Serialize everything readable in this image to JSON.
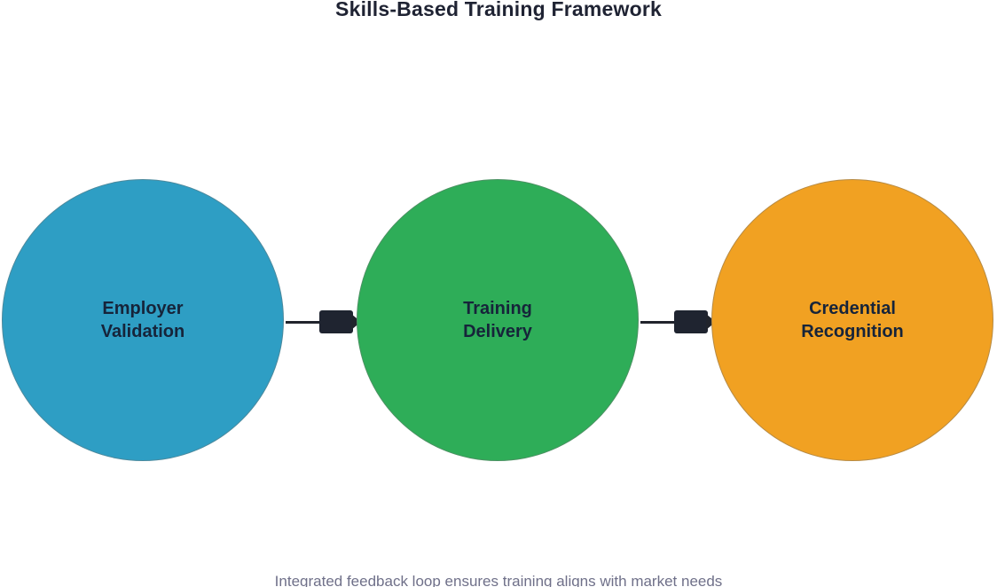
{
  "title": "Skills-Based Training Framework",
  "caption": "Integrated feedback loop ensures training aligns with market needs",
  "colors": {
    "background": "#FFFFFF",
    "title_text": "#1F2333",
    "caption_text": "#6F7089",
    "node_label_text": "#16243A",
    "connector": "#21242C",
    "connector_label_bg": "#1F2430"
  },
  "diagram": {
    "type": "flow",
    "direction": "left-to-right",
    "nodes": [
      {
        "id": "employer-validation",
        "label": "Employer Validation",
        "label_line1": "Employer",
        "label_line2": "Validation",
        "shape": "circle",
        "color": "#2E9EC4"
      },
      {
        "id": "training-delivery",
        "label": "Training Delivery",
        "label_line1": "Training",
        "label_line2": "Delivery",
        "shape": "circle",
        "color": "#2EAD58"
      },
      {
        "id": "credential-recognition",
        "label": "Credential Recognition",
        "label_line1": "Credential",
        "label_line2": "Recognition",
        "shape": "circle",
        "color": "#F1A122"
      }
    ],
    "edges": [
      {
        "from": "employer-validation",
        "to": "training-delivery",
        "arrow": "right"
      },
      {
        "from": "training-delivery",
        "to": "credential-recognition",
        "arrow": "right"
      }
    ]
  }
}
